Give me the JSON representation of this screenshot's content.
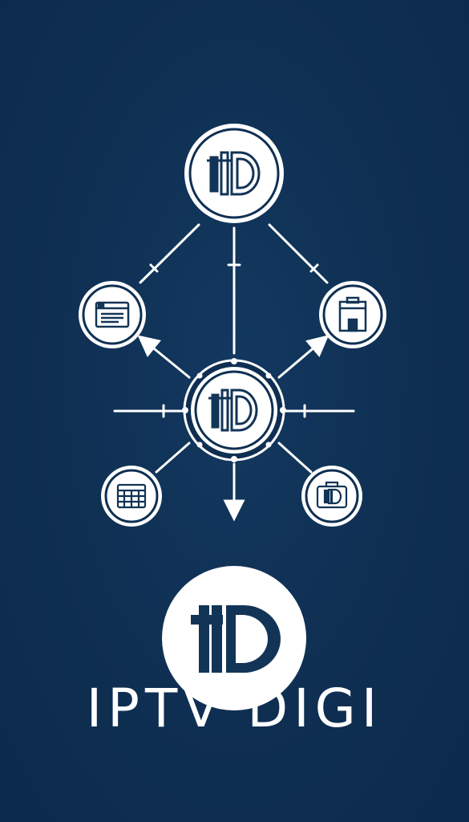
{
  "logo": {
    "mark_text": "tiD"
  },
  "brand": {
    "name": "IPTV DIGI"
  },
  "nodes": [
    {
      "id": "top-hub",
      "icon": "tid-logo-icon"
    },
    {
      "id": "left-upper",
      "icon": "document-list-icon"
    },
    {
      "id": "right-upper",
      "icon": "storefront-icon"
    },
    {
      "id": "center-hub",
      "icon": "tid-logo-icon"
    },
    {
      "id": "left-lower",
      "icon": "calendar-grid-icon"
    },
    {
      "id": "right-lower",
      "icon": "briefcase-icon"
    }
  ],
  "colors": {
    "background": "#0f2f52",
    "foreground": "#ffffff",
    "ink": "#123456"
  }
}
